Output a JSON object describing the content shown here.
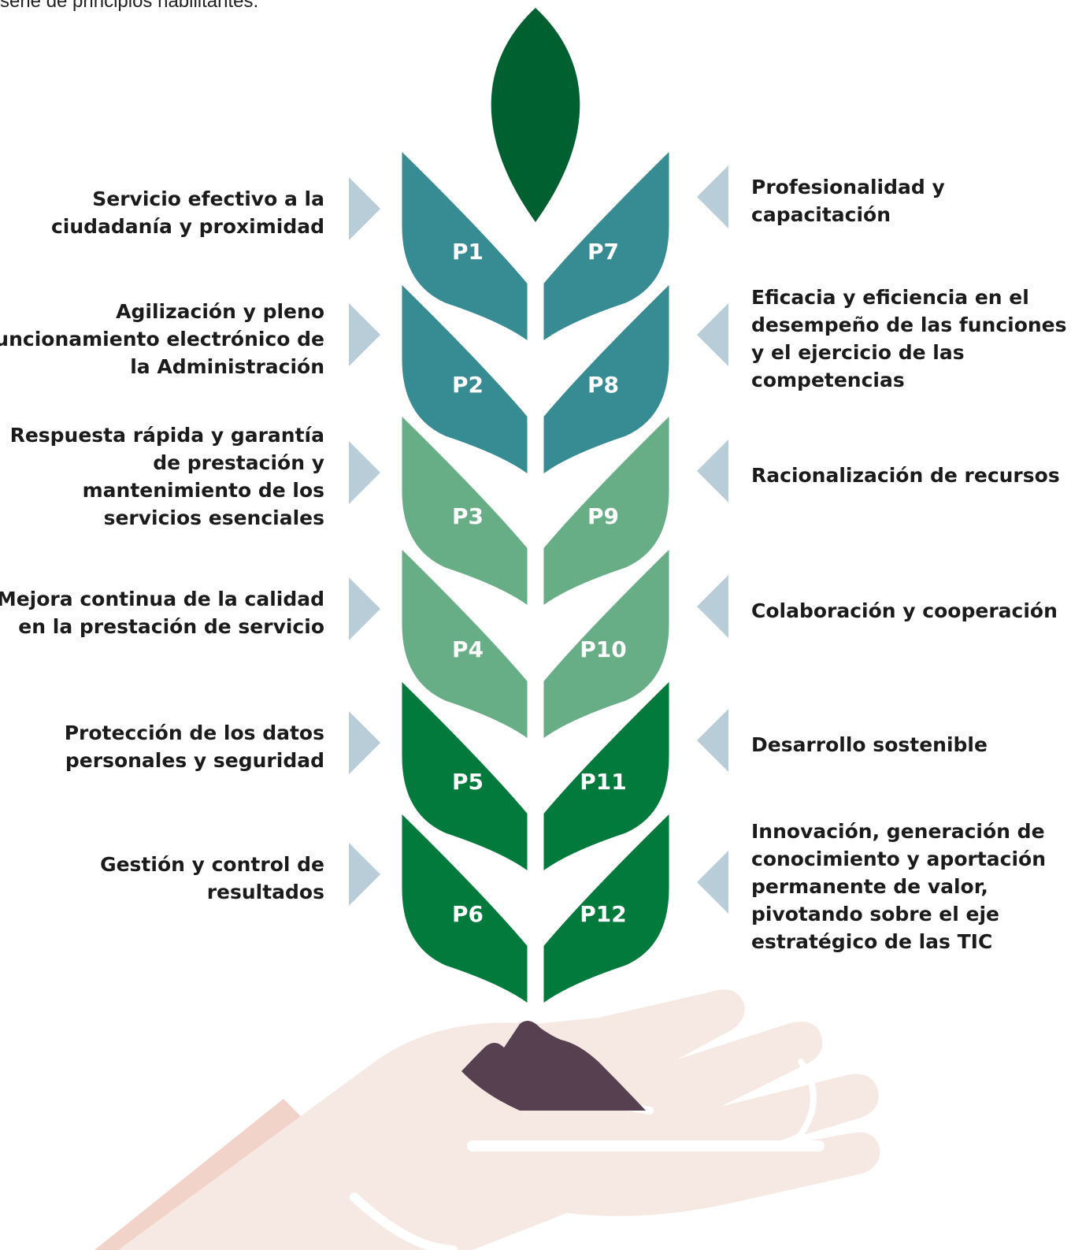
{
  "intro_text": "serie de principios habilitantes:",
  "colors": {
    "leaf_top": "#016030",
    "teal": "#378b92",
    "light_green": "#67ae86",
    "dark_green": "#027a3b",
    "arrow": "#b8cdd8",
    "soil": "#574151",
    "hand_fill": "#f6e8e2",
    "hand_shadow": "#f2d3c9"
  },
  "principles_left": [
    {
      "code": "P1",
      "label": "Servicio efectivo a la ciudadanía y proximidad",
      "color_group": "teal"
    },
    {
      "code": "P2",
      "label": "Agilización y pleno funcionamiento electrónico de la Administración",
      "color_group": "teal"
    },
    {
      "code": "P3",
      "label": "Respuesta rápida y garantía de prestación y mantenimiento de los servicios esenciales",
      "color_group": "light_green"
    },
    {
      "code": "P4",
      "label": "Mejora continua de la calidad en la prestación de servicio",
      "color_group": "light_green"
    },
    {
      "code": "P5",
      "label": "Protección de los datos personales y seguridad",
      "color_group": "dark_green"
    },
    {
      "code": "P6",
      "label": "Gestión y control de resultados",
      "color_group": "dark_green"
    }
  ],
  "principles_right": [
    {
      "code": "P7",
      "label": "Profesionalidad y capacitación",
      "color_group": "teal"
    },
    {
      "code": "P8",
      "label": "Eficacia y eficiencia en el desempeño de las funciones y el ejercicio de las competencias",
      "color_group": "teal"
    },
    {
      "code": "P9",
      "label": "Racionalización de recursos",
      "color_group": "light_green"
    },
    {
      "code": "P10",
      "label": "Colaboración y cooperación",
      "color_group": "light_green"
    },
    {
      "code": "P11",
      "label": "Desarrollo sostenible",
      "color_group": "dark_green"
    },
    {
      "code": "P12",
      "label": "Innovación, generación de conocimiento y aportación permanente de valor, pivotando sobre el eje estratégico de las TIC",
      "color_group": "dark_green"
    }
  ]
}
